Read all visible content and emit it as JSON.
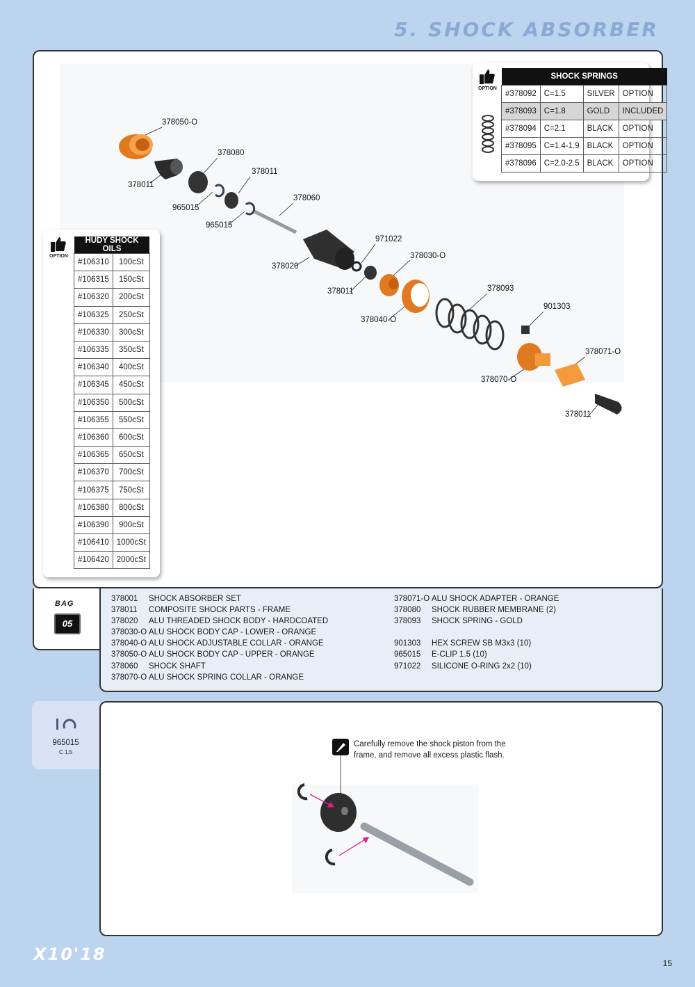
{
  "page": {
    "section_title": "5. SHOCK ABSORBER",
    "footer_logo": "X10'18",
    "page_number": "15"
  },
  "diagram_labels": {
    "l1": "378050-O",
    "l2": "378080",
    "l3": "378011",
    "l4": "378011",
    "l5": "965015",
    "l6": "965015",
    "l7": "378060",
    "l8": "971022",
    "l9": "378020",
    "l10": "378030-O",
    "l11": "378011",
    "l12": "378093",
    "l13": "378040-O",
    "l14": "901303",
    "l15": "378071-O",
    "l16": "378070-O",
    "l17": "378011"
  },
  "springs": {
    "option_label": "OPTION",
    "header": "SHOCK SPRINGS",
    "rows": [
      {
        "code": "#378092",
        "rate": "C=1.5",
        "color": "SILVER",
        "status": "OPTION"
      },
      {
        "code": "#378093",
        "rate": "C=1.8",
        "color": "GOLD",
        "status": "INCLUDED"
      },
      {
        "code": "#378094",
        "rate": "C=2.1",
        "color": "BLACK",
        "status": "OPTION"
      },
      {
        "code": "#378095",
        "rate": "C=1.4-1.9",
        "color": "BLACK",
        "status": "OPTION"
      },
      {
        "code": "#378096",
        "rate": "C=2.0-2.5",
        "color": "BLACK",
        "status": "OPTION"
      }
    ]
  },
  "oils": {
    "option_label": "OPTION",
    "header": "HUDY SHOCK OILS",
    "rows": [
      {
        "code": "#106310",
        "value": "100cSt"
      },
      {
        "code": "#106315",
        "value": "150cSt"
      },
      {
        "code": "#106320",
        "value": "200cSt"
      },
      {
        "code": "#106325",
        "value": "250cSt"
      },
      {
        "code": "#106330",
        "value": "300cSt"
      },
      {
        "code": "#106335",
        "value": "350cSt"
      },
      {
        "code": "#106340",
        "value": "400cSt"
      },
      {
        "code": "#106345",
        "value": "450cSt"
      },
      {
        "code": "#106350",
        "value": "500cSt"
      },
      {
        "code": "#106355",
        "value": "550cSt"
      },
      {
        "code": "#106360",
        "value": "600cSt"
      },
      {
        "code": "#106365",
        "value": "650cSt"
      },
      {
        "code": "#106370",
        "value": "700cSt"
      },
      {
        "code": "#106375",
        "value": "750cSt"
      },
      {
        "code": "#106380",
        "value": "800cSt"
      },
      {
        "code": "#106390",
        "value": "900cSt"
      },
      {
        "code": "#106410",
        "value": "1000cSt"
      },
      {
        "code": "#106420",
        "value": "2000cSt"
      }
    ]
  },
  "bag": {
    "label": "BAG",
    "number": "05"
  },
  "parts_left": [
    {
      "code": "378001",
      "desc": "SHOCK ABSORBER SET"
    },
    {
      "code": "378011",
      "desc": "COMPOSITE SHOCK PARTS - FRAME"
    },
    {
      "code": "378020",
      "desc": "ALU THREADED SHOCK BODY - HARDCOATED"
    },
    {
      "code": "378030-O",
      "desc": "ALU SHOCK BODY CAP - LOWER - ORANGE"
    },
    {
      "code": "378040-O",
      "desc": "ALU SHOCK ADJUSTABLE COLLAR - ORANGE"
    },
    {
      "code": "378050-O",
      "desc": "ALU SHOCK BODY CAP - UPPER - ORANGE"
    },
    {
      "code": "378060",
      "desc": "SHOCK SHAFT"
    },
    {
      "code": "378070-O",
      "desc": "ALU SHOCK SPRING COLLAR - ORANGE"
    }
  ],
  "parts_right": [
    {
      "code": "378071-O",
      "desc": "ALU SHOCK ADAPTER - ORANGE"
    },
    {
      "code": "378080",
      "desc": "SHOCK RUBBER MEMBRANE (2)"
    },
    {
      "code": "378093",
      "desc": "SHOCK SPRING - GOLD"
    },
    {
      "code": "",
      "desc": ""
    },
    {
      "code": "901303",
      "desc": "HEX SCREW SB M3x3  (10)"
    },
    {
      "code": "965015",
      "desc": "E-CLIP 1.5  (10)"
    },
    {
      "code": "971022",
      "desc": "SILICONE O-RING 2x2  (10)"
    }
  ],
  "step": {
    "part_code": "965015",
    "part_size": "C 1.5",
    "note_line1": "Carefully remove the shock piston from the",
    "note_line2": "frame, and remove all excess plastic flash."
  },
  "colors": {
    "background": "#bcd4ee",
    "orange_part": "#f08a2a",
    "arrow": "#e0198c"
  }
}
